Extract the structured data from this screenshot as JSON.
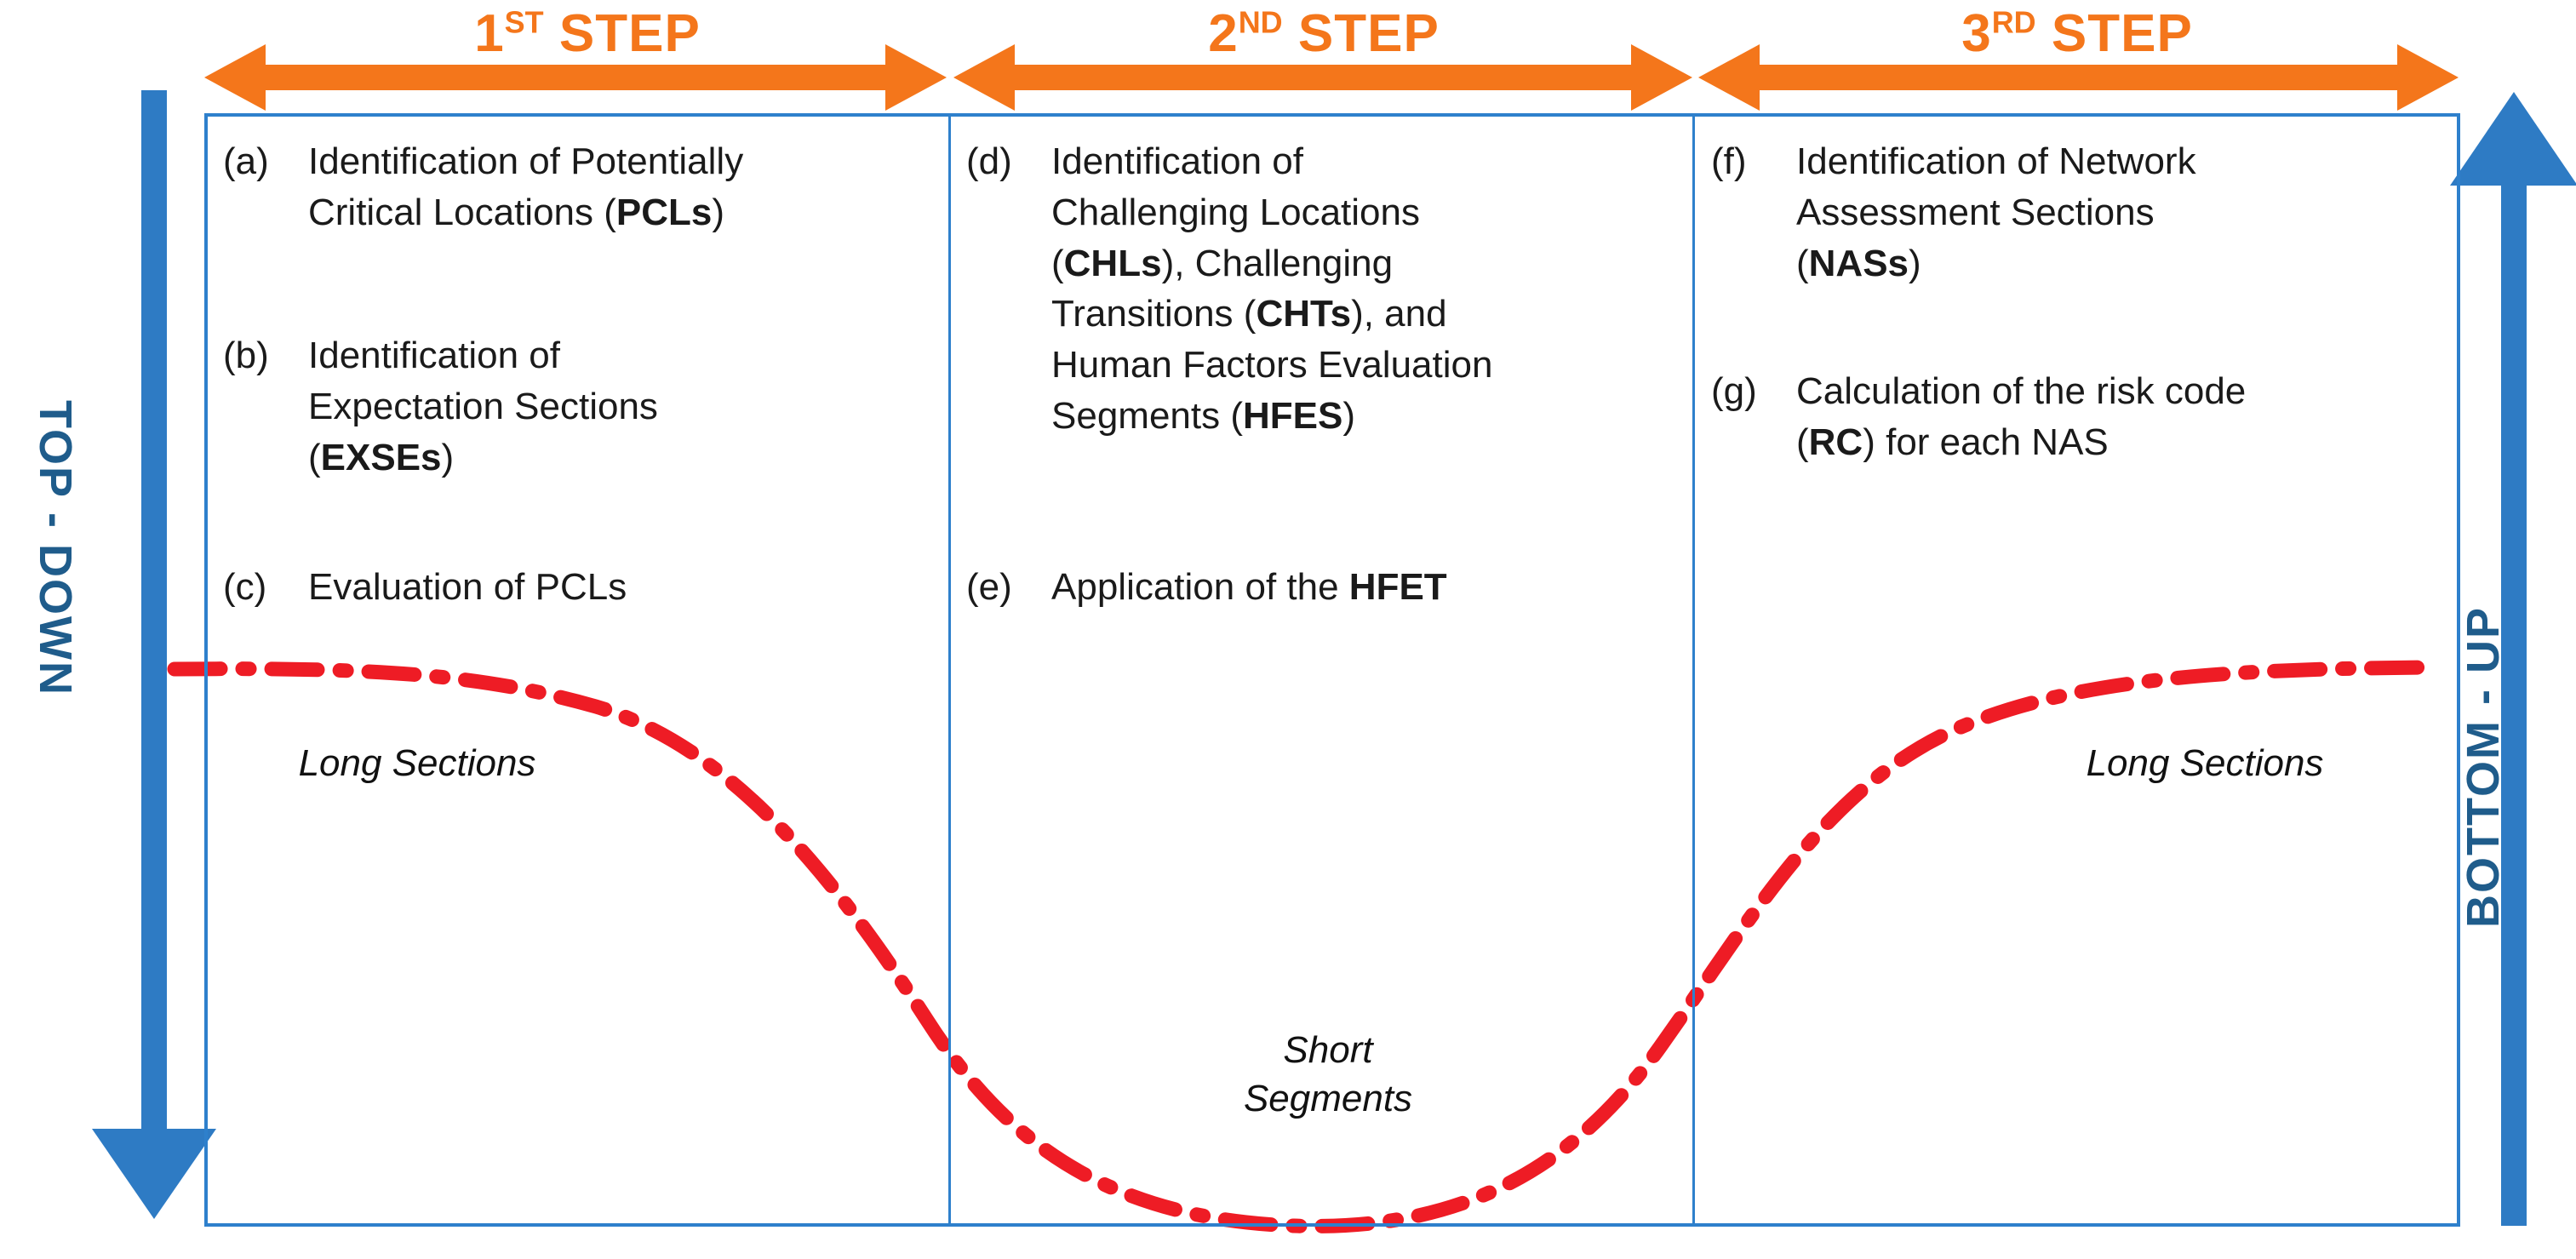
{
  "diagram": {
    "title": "Three-step network human factors assessment framework",
    "colors": {
      "orange": "#F4761B",
      "frame_blue": "#2E80CC",
      "label_blue": "#1F5C8B",
      "curve_red": "#EE1C25",
      "text_black": "#1a1a1a"
    }
  },
  "steps": [
    {
      "id": "step-1",
      "number": "1",
      "ordinal": "ST",
      "word": "STEP",
      "arrow": "double-headed-arrow"
    },
    {
      "id": "step-2",
      "number": "2",
      "ordinal": "ND",
      "word": "STEP",
      "arrow": "double-headed-arrow"
    },
    {
      "id": "step-3",
      "number": "3",
      "ordinal": "RD",
      "word": "STEP",
      "arrow": "double-headed-arrow"
    }
  ],
  "columns": [
    {
      "id": "column-1",
      "entries": [
        {
          "tag": "(a)",
          "lines": [
            {
              "t": "Identification of Potentially",
              "b": []
            },
            {
              "t": "Critical Locations (PCLs)",
              "b": [
                "PCLs"
              ]
            }
          ]
        },
        {
          "tag": "(b)",
          "lines": [
            {
              "t": "Identification of",
              "b": []
            },
            {
              "t": "Expectation Sections",
              "b": []
            },
            {
              "t": "(EXSEs)",
              "b": [
                "EXSEs"
              ]
            }
          ]
        },
        {
          "tag": "(c)",
          "lines": [
            {
              "t": "Evaluation of PCLs",
              "b": []
            }
          ]
        }
      ],
      "annotation": "Long Sections"
    },
    {
      "id": "column-2",
      "entries": [
        {
          "tag": "(d)",
          "lines": [
            {
              "t": "Identification of",
              "b": []
            },
            {
              "t": "Challenging Locations",
              "b": []
            },
            {
              "t": "(CHLs), Challenging",
              "b": [
                "CHLs"
              ]
            },
            {
              "t": "Transitions (CHTs), and",
              "b": [
                "CHTs"
              ]
            },
            {
              "t": "Human Factors Evaluation",
              "b": []
            },
            {
              "t": "Segments (HFES)",
              "b": [
                "HFES"
              ]
            }
          ]
        },
        {
          "tag": "(e)",
          "lines": [
            {
              "t": "Application of the HFET",
              "b": [
                "HFET"
              ]
            }
          ]
        }
      ],
      "annotation": "Short\nSegments"
    },
    {
      "id": "column-3",
      "entries": [
        {
          "tag": "(f)",
          "lines": [
            {
              "t": "Identification of Network",
              "b": []
            },
            {
              "t": "Assessment Sections",
              "b": []
            },
            {
              "t": "(NASs)",
              "b": [
                "NASs"
              ]
            }
          ]
        },
        {
          "tag": "(g)",
          "lines": [
            {
              "t": "Calculation of the risk code",
              "b": []
            },
            {
              "t": "(RC) for each NAS",
              "b": [
                "RC"
              ]
            }
          ]
        }
      ],
      "annotation": "Long Sections"
    }
  ],
  "side_labels": {
    "left": {
      "text": "TOP - DOWN",
      "arrow": "down-arrow"
    },
    "right": {
      "text": "BOTTOM - UP",
      "arrow": "up-arrow"
    }
  },
  "curve": {
    "name": "resolution-scale-curve",
    "style": "dash-dot",
    "color": "#EE1C25",
    "description": "High flat on left, descends through 2nd step to a low flat trough, ascends back to high flat on right"
  }
}
